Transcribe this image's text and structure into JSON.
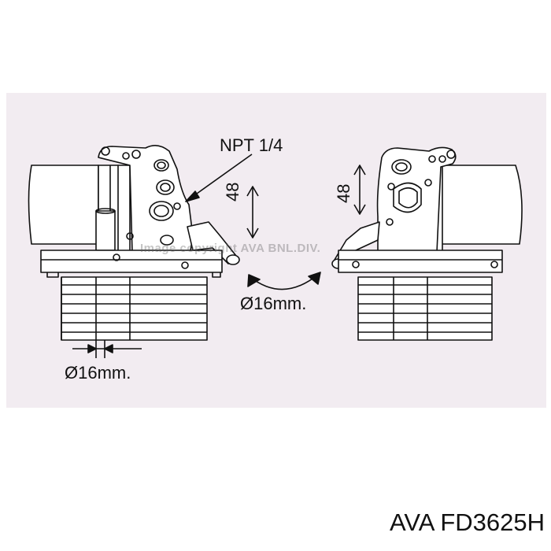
{
  "labels": {
    "npt": "NPT 1/4",
    "height_left": "48",
    "height_right": "48",
    "diameter_center": "Ø16mm.",
    "diameter_left": "Ø16mm."
  },
  "watermark": "Image copyright AVA BNL.DIV.",
  "caption": "AVA FD3625H"
}
